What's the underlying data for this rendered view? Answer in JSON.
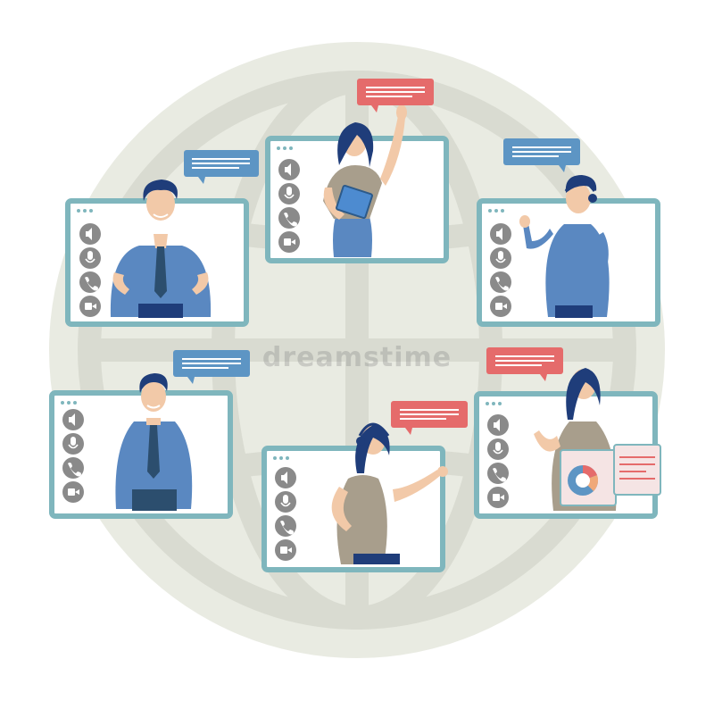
{
  "watermark": {
    "text": "dreamstime"
  },
  "colors": {
    "globe": "#e9ebe2",
    "globe_lines": "#d9dbd1",
    "window_border": "#7fb6bd",
    "window_bg": "#ffffff",
    "control_icon": "#8a8a8a",
    "bubble_blue": "#5d95c4",
    "bubble_red": "#e56b6b",
    "shirt_blue": "#5a88c1",
    "hair_navy": "#1f3d7a",
    "skin": "#f2c9a8",
    "top_beige": "#a89e8c"
  },
  "windows": [
    {
      "id": "top-left-man-tie",
      "controls": [
        "speaker-icon",
        "mic-icon",
        "phone-icon",
        "camera-icon"
      ]
    },
    {
      "id": "top-center-woman-book",
      "controls": [
        "speaker-icon",
        "mic-icon",
        "phone-icon",
        "camera-icon"
      ]
    },
    {
      "id": "top-right-man-headset",
      "controls": [
        "speaker-icon",
        "mic-icon",
        "phone-icon",
        "camera-icon"
      ]
    },
    {
      "id": "bottom-left-man-tie",
      "controls": [
        "speaker-icon",
        "mic-icon",
        "phone-icon",
        "camera-icon"
      ]
    },
    {
      "id": "bottom-center-woman-headset",
      "controls": [
        "speaker-icon",
        "mic-icon",
        "phone-icon",
        "camera-icon"
      ]
    },
    {
      "id": "bottom-right-woman-chart",
      "controls": [
        "speaker-icon",
        "mic-icon",
        "phone-icon",
        "camera-icon"
      ]
    }
  ]
}
